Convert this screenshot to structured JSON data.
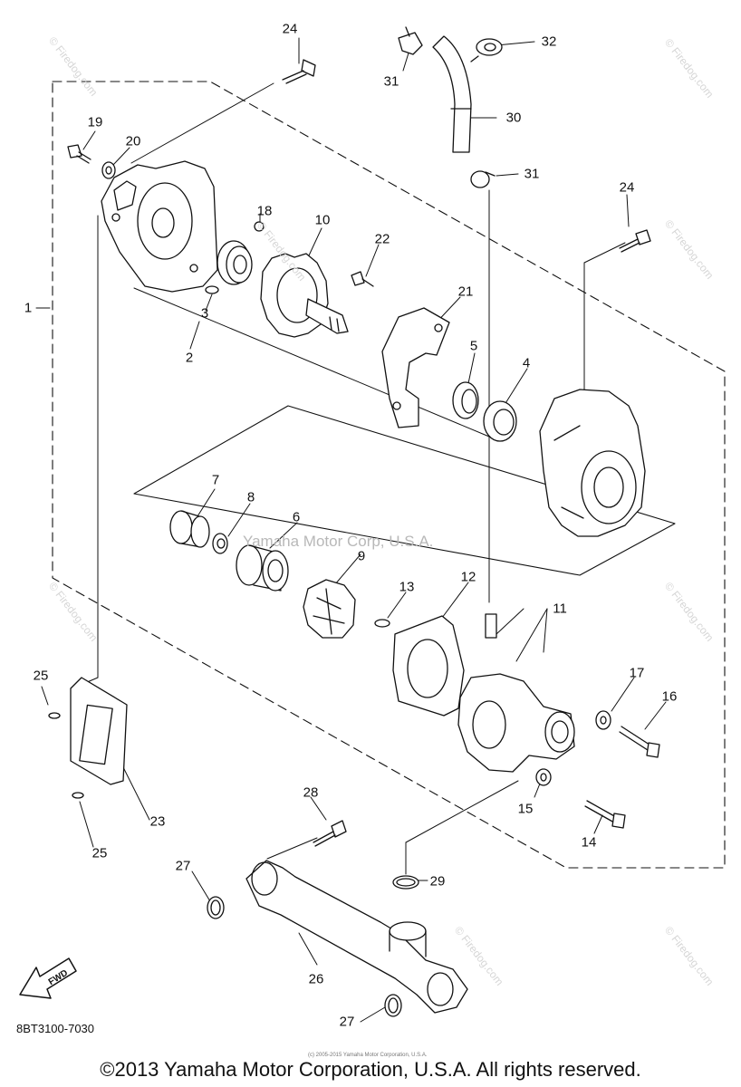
{
  "diagram": {
    "callouts": [
      {
        "id": "c24a",
        "text": "24"
      },
      {
        "id": "c31a",
        "text": "31"
      },
      {
        "id": "c32",
        "text": "32"
      },
      {
        "id": "c30",
        "text": "30"
      },
      {
        "id": "c31b",
        "text": "31"
      },
      {
        "id": "c19",
        "text": "19"
      },
      {
        "id": "c20",
        "text": "20"
      },
      {
        "id": "c24b",
        "text": "24"
      },
      {
        "id": "c18",
        "text": "18"
      },
      {
        "id": "c10",
        "text": "10"
      },
      {
        "id": "c22",
        "text": "22"
      },
      {
        "id": "c21",
        "text": "21"
      },
      {
        "id": "c1",
        "text": "1"
      },
      {
        "id": "c3",
        "text": "3"
      },
      {
        "id": "c2",
        "text": "2"
      },
      {
        "id": "c5",
        "text": "5"
      },
      {
        "id": "c4",
        "text": "4"
      },
      {
        "id": "c7",
        "text": "7"
      },
      {
        "id": "c8",
        "text": "8"
      },
      {
        "id": "c6",
        "text": "6"
      },
      {
        "id": "c9",
        "text": "9"
      },
      {
        "id": "c13",
        "text": "13"
      },
      {
        "id": "c12",
        "text": "12"
      },
      {
        "id": "c11",
        "text": "11"
      },
      {
        "id": "c25a",
        "text": "25"
      },
      {
        "id": "c17",
        "text": "17"
      },
      {
        "id": "c16",
        "text": "16"
      },
      {
        "id": "c23",
        "text": "23"
      },
      {
        "id": "c15",
        "text": "15"
      },
      {
        "id": "c28",
        "text": "28"
      },
      {
        "id": "c25b",
        "text": "25"
      },
      {
        "id": "c14",
        "text": "14"
      },
      {
        "id": "c27a",
        "text": "27"
      },
      {
        "id": "c29",
        "text": "29"
      },
      {
        "id": "c26",
        "text": "26"
      },
      {
        "id": "c27b",
        "text": "27"
      }
    ],
    "center_watermark": "Yamaha Motor Corp, U.S.A.",
    "watermark_text": "© Firedog.com",
    "fwd_label": "FWD",
    "part_code": "8BT3100-7030",
    "tiny_copyright": "(c) 2005-2015 Yamaha Motor Corporation, U.S.A.",
    "copyright": "©2013 Yamaha Motor Corporation, U.S.A. All rights reserved."
  }
}
